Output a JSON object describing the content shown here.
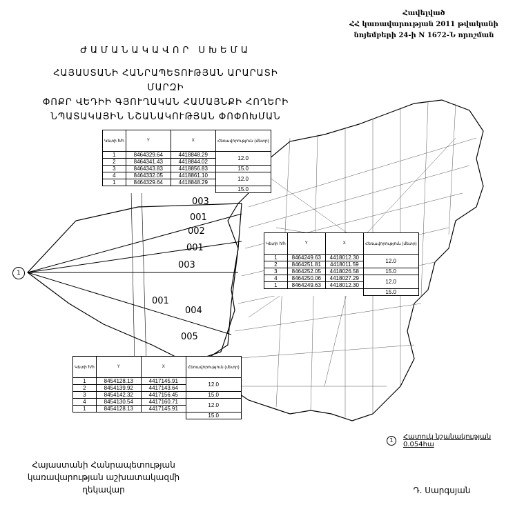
{
  "approval": [
    "Հավելված",
    "ՀՀ կառավարության 2011 թվականի",
    "նոյեմբերի 24-ի N 1672-Ն որոշման"
  ],
  "title": "ԺԱՄԱՆԱԿԱՎՈՐ ՍԽԵՄԱ",
  "subtitle": [
    "ՀԱՅԱՍՏԱՆԻ ՀԱՆՐԱՊԵՏՈՒԹՅԱՆ ԱՐԱՐԱՏԻ ՄԱՐԶԻ",
    "ՓՈՔՐ ՎԵԴԻԻ ԳՅՈՒՂԱԿԱՆ ՀԱՄԱՅՆՔԻ ՀՈՂԵՐԻ",
    "ՆՊԱՏԱԿԱՅԻՆ ՆՇԱՆԱԿՈՒԹՅԱՆ ՓՈՓՈԽՄԱՆ"
  ],
  "table_headers": [
    "Կետի հ/հ",
    "Y",
    "X",
    "Հեռավորություն (մետր)"
  ],
  "tables": [
    {
      "rows": [
        [
          "1",
          "8464329.64",
          "4418848.29"
        ],
        [
          "2",
          "8464341.43",
          "4418844.02"
        ],
        [
          "3",
          "8464343.83",
          "4418856.83"
        ],
        [
          "4",
          "8464332.05",
          "4418861.10"
        ],
        [
          "1",
          "8464329.64",
          "4418848.29"
        ]
      ],
      "distances": [
        "12.0",
        "15.0",
        "12.0",
        "15.0"
      ]
    },
    {
      "rows": [
        [
          "1",
          "8464249.63",
          "4418012.30"
        ],
        [
          "2",
          "8464251.81",
          "4418011.59"
        ],
        [
          "3",
          "8464252.05",
          "4418026.58"
        ],
        [
          "4",
          "8464250.06",
          "4418027.29"
        ],
        [
          "1",
          "8464249.63",
          "4418012.30"
        ]
      ],
      "distances": [
        "12.0",
        "15.0",
        "12.0",
        "15.0"
      ]
    },
    {
      "rows": [
        [
          "1",
          "8454128.13",
          "4417145.91"
        ],
        [
          "2",
          "8454139.92",
          "4417143.64"
        ],
        [
          "3",
          "8454142.32",
          "4417156.45"
        ],
        [
          "4",
          "8454130.54",
          "4417160.71"
        ],
        [
          "1",
          "8454128.13",
          "4417145.91"
        ]
      ],
      "distances": [
        "12.0",
        "15.0",
        "12.0",
        "15.0"
      ]
    }
  ],
  "map_labels": [
    "003",
    "001",
    "002",
    "001",
    "003",
    "001",
    "004",
    "005"
  ],
  "marker": "1",
  "legend": {
    "number": "1",
    "text": "Հատուկ նշանակության 0.054հա"
  },
  "footer": {
    "position": [
      "Հայաստանի Հանրապետության",
      "կառավարության աշխատակազմի",
      "ղեկավար"
    ],
    "signatory": "Դ. Սարգսյան"
  }
}
